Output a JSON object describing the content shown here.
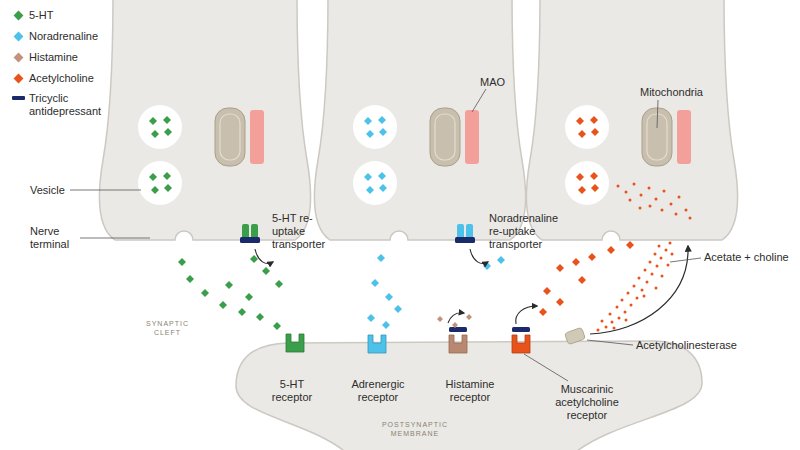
{
  "diagram": {
    "nodes": [
      {
        "text": [
          "POSTSYNAPTIC MEMBRANE"
        ]
      }
    ],
    "labels": [
      "Vesicle",
      "Nerve terminal",
      "MAO",
      "Mitochondria",
      "5-HT re-uptake transporter",
      "Noradrenaline re-uptake transporter",
      "Acetate + choline",
      "SYNAPTIC CLEFT",
      "5-HT receptor",
      "Adrenergic receptor",
      "Histamine receptor",
      "Muscarinic acetylcholine receptor",
      "Acetylcholinesterase"
    ],
    "legend": [
      {
        "text": "5-HT",
        "color": "#3a9e4a"
      },
      {
        "text": "Noradrenaline",
        "color": "#4cc2ea"
      },
      {
        "text": "Histamine",
        "color": "#c4927c"
      },
      {
        "text": "Acetylcholine",
        "color": "#e8531c"
      },
      {
        "text": "Tricyclic antidepressant",
        "color": "#1b2a6b"
      }
    ]
  }
}
